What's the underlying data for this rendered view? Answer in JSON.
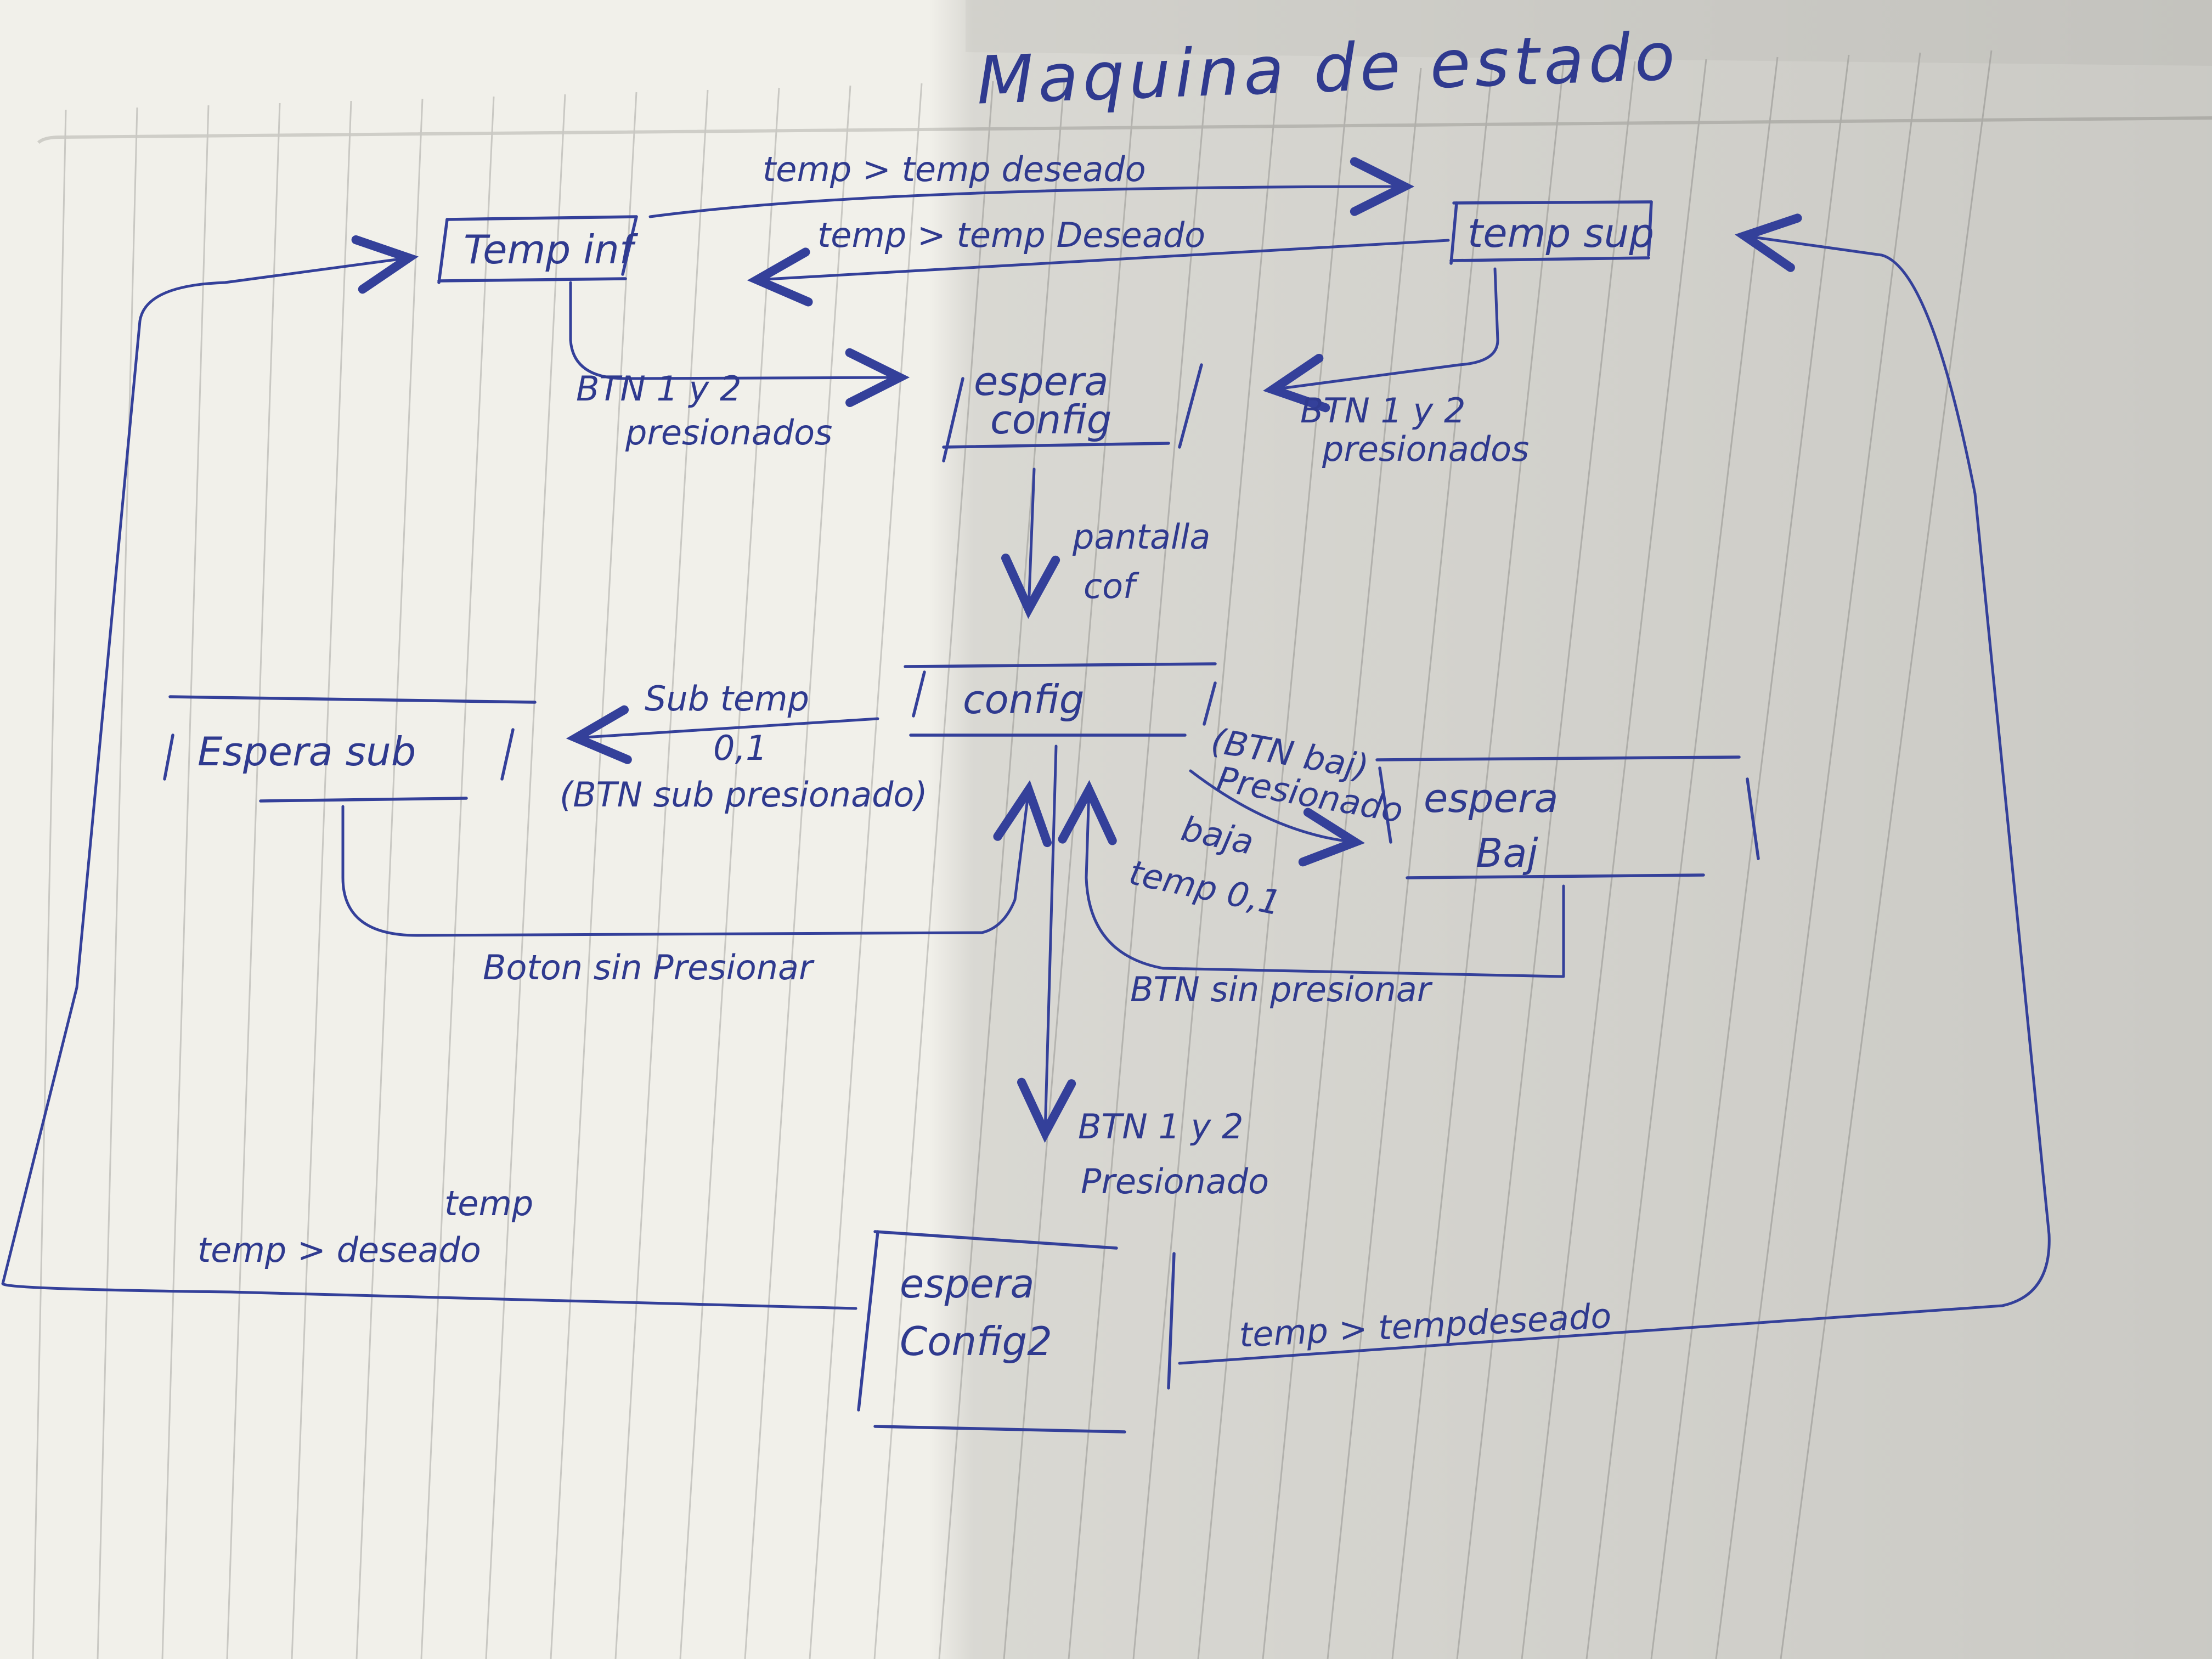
{
  "title": "Maquina de estado",
  "states": {
    "temp_inf": "Temp inf",
    "temp_sup": "temp sup",
    "espera_config": [
      "espera",
      "config"
    ],
    "config": "config",
    "espera_sub": "Espera sub",
    "espera_baj": [
      "espera",
      "Baj"
    ],
    "espera_config2": [
      "espera",
      "Config2"
    ]
  },
  "transitions": {
    "inf_to_sup": "temp > temp deseado",
    "sup_to_inf": "temp > temp Deseado",
    "inf_to_espera": [
      "BTN 1 y 2",
      "presionados"
    ],
    "sup_to_espera": [
      "BTN 1 y 2",
      "presionados"
    ],
    "espera_to_config": [
      "pantalla",
      "cof"
    ],
    "config_to_sub": [
      "Sub temp",
      "0,1",
      "(BTN sub presionado)"
    ],
    "config_to_baj": [
      "(BTN baj)",
      "Presionado",
      "baja",
      "temp 0,1"
    ],
    "sub_to_config": "Boton sin Presionar",
    "baj_to_config": "BTN sin presionar",
    "config_to_config2": [
      "BTN 1 y 2",
      "Presionado"
    ],
    "config2_to_inf": [
      "temp",
      "temp > deseado"
    ],
    "config2_to_sup": "temp > tempdeseado"
  },
  "colors": {
    "ink": "#2f3a8f",
    "paper": "#f3f2ec",
    "paper_shadow": "#d8d7d1",
    "rule": "#c9c8c3"
  }
}
